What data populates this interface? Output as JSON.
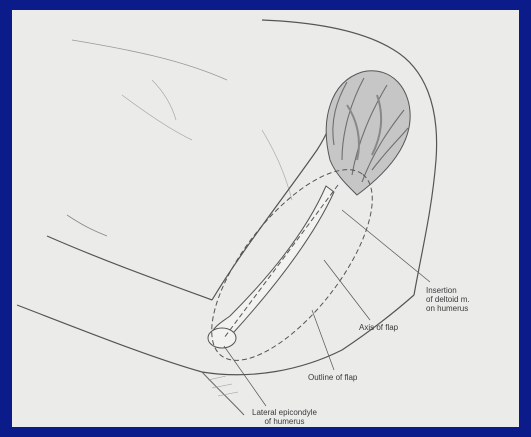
{
  "labels": {
    "insertion": [
      "Insertion",
      "of deltoid m.",
      "on humerus"
    ],
    "axis": "Axis of flap",
    "outline": "Outline of flap",
    "epicondyle": [
      "Lateral epicondyle",
      "of humerus"
    ]
  },
  "colors": {
    "frame": "#0b1c8a",
    "paper": "#ebebea",
    "ink": "#3a3a3a",
    "muscle": "#6f6f6f"
  }
}
